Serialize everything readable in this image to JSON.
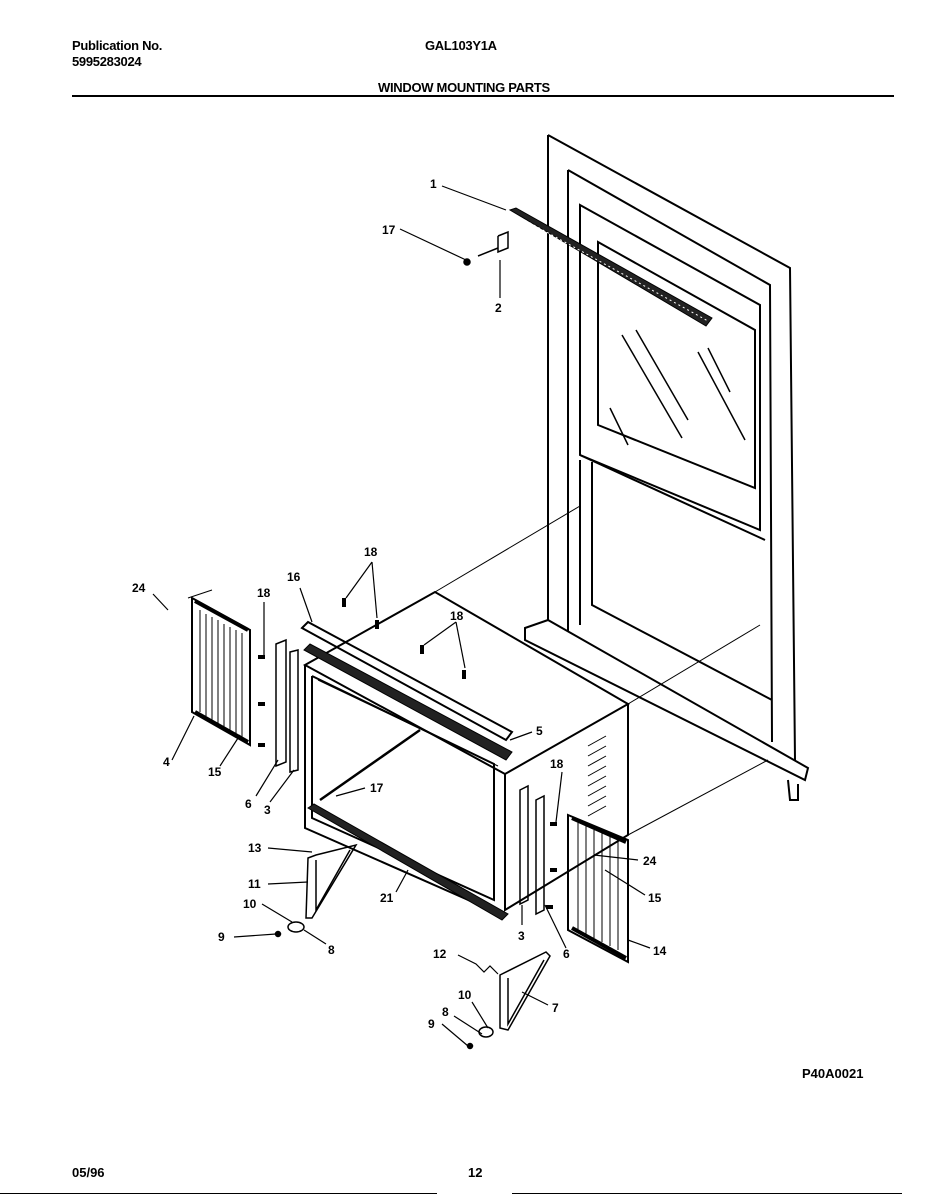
{
  "header": {
    "publication_label": "Publication No.",
    "publication_number": "5995283024",
    "model": "GAL103Y1A",
    "section_title": "WINDOW MOUNTING PARTS"
  },
  "diagram": {
    "figure_code": "P40A0021",
    "callouts": {
      "c1": "1",
      "c17a": "17",
      "c2": "2",
      "c18a": "18",
      "c16": "16",
      "c18b": "18",
      "c18c": "18",
      "c24a": "24",
      "c4": "4",
      "c15a": "15",
      "c6a": "6",
      "c3a": "3",
      "c5": "5",
      "c17b": "17",
      "c18d": "18",
      "c24b": "24",
      "c15b": "15",
      "c14": "14",
      "c13": "13",
      "c11": "11",
      "c10a": "10",
      "c9a": "9",
      "c8a": "8",
      "c21": "21",
      "c3b": "3",
      "c6b": "6",
      "c12": "12",
      "c10b": "10",
      "c8b": "8",
      "c9b": "9",
      "c7": "7"
    }
  },
  "footer": {
    "date": "05/96",
    "page_number": "12"
  }
}
